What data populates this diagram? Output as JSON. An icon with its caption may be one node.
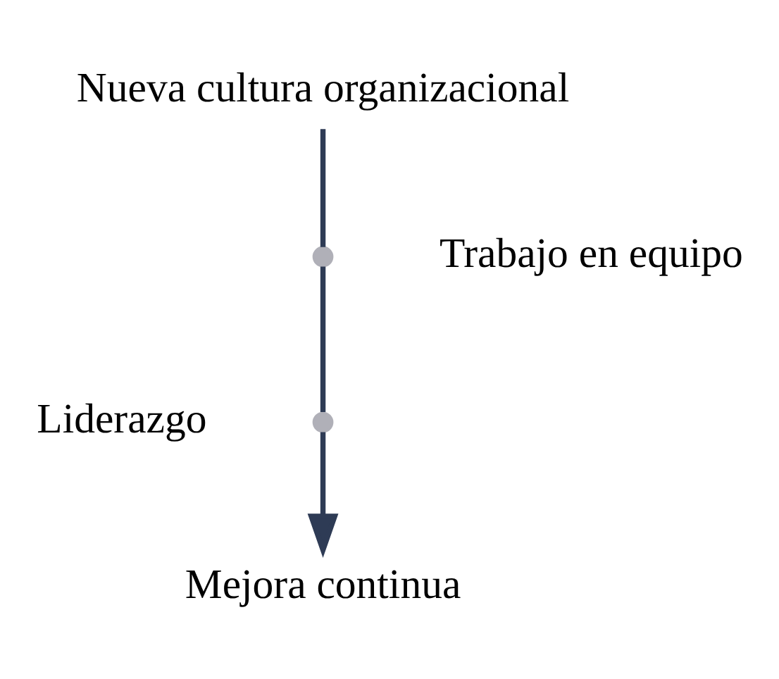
{
  "diagram": {
    "nodes": [
      {
        "text": [
          "Nueva cultura organizacional"
        ]
      },
      {
        "text": [],
        "shape": "circle"
      },
      {
        "text": [],
        "shape": "circle"
      },
      {
        "text": [
          "Mejora continua"
        ]
      }
    ],
    "edges": [
      {
        "from": 0,
        "to": 1,
        "arrow": "none"
      },
      {
        "from": 1,
        "to": 2,
        "arrow": "none"
      },
      {
        "from": 2,
        "to": 3,
        "arrow": "to"
      }
    ],
    "labels": [
      "Trabajo en equipo",
      "Liderazgo"
    ]
  }
}
